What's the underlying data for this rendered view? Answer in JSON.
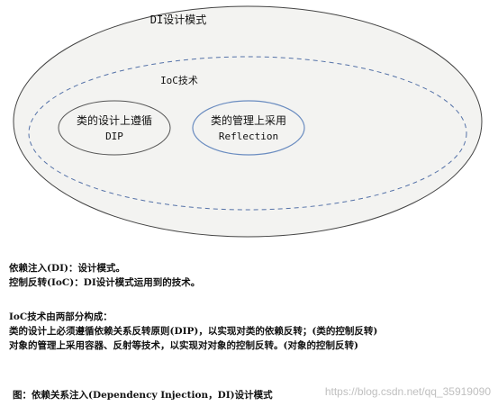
{
  "diagram": {
    "outer_title": "DI设计模式",
    "inner_title": "IoC技术",
    "left_node": {
      "line1": "类的设计上遵循",
      "line2": "DIP"
    },
    "right_node": {
      "line1": "类的管理上采用",
      "line2": "Reflection"
    },
    "colors": {
      "outer_fill": "#f3f3f1",
      "node_fill": "#f3f3f1",
      "dashed_stroke": "#5572a8",
      "right_node_stroke": "#6a8cc0",
      "line_stroke": "#444444"
    }
  },
  "notes": {
    "line1": "依赖注入(DI)：设计模式。",
    "line2": "控制反转(IoC)：DI设计模式运用到的技术。",
    "line3": "IoC技术由两部分构成：",
    "line4": "类的设计上必须遵循依赖关系反转原则(DIP)，以实现对类的依赖反转；(类的控制反转)",
    "line5": "对象的管理上采用容器、反射等技术，以实现对对象的控制反转。(对象的控制反转)"
  },
  "caption": "图：依赖关系注入(Dependency Injection，DI)设计模式",
  "watermark": "https://blog.csdn.net/qq_35919090"
}
